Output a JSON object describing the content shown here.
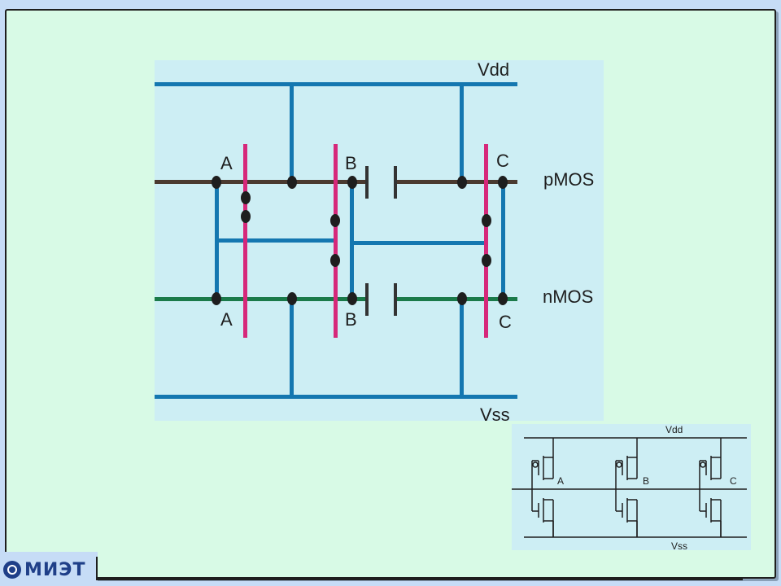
{
  "layout_labels": {
    "vdd": "Vdd",
    "vss": "Vss",
    "pmos": "pMOS",
    "nmos": "nMOS",
    "a_top": "A",
    "a_bottom": "A",
    "b_top": "B",
    "b_bottom": "B",
    "c_top": "C",
    "c_bottom": "C"
  },
  "schematic_labels": {
    "vdd": "Vdd",
    "vss": "Vss",
    "a": "A",
    "b": "B",
    "c": "C"
  },
  "logo": {
    "text": "МИЭТ"
  },
  "colors": {
    "metal": "#1477b0",
    "poly": "#d6287a",
    "pdiff": "#4a3a30",
    "ndiff": "#1b7a4a",
    "contact": "#1e1e1e",
    "panel": "#cdeef4",
    "slide": "#d8fae6"
  }
}
